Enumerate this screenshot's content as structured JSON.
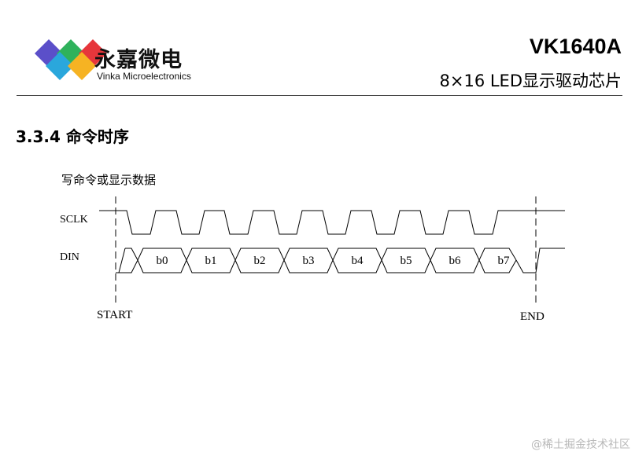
{
  "logo": {
    "name_cn": "永嘉微电",
    "name_en": "Vinka Microelectronics",
    "colors": [
      "#5b4fc9",
      "#2fb25c",
      "#e6363b",
      "#2aa7dc",
      "#f6b323"
    ]
  },
  "header": {
    "title": "VK1640A",
    "subtitle": "8×16  LED显示驱动芯片"
  },
  "section": {
    "heading": "3.3.4 命令时序"
  },
  "diagram": {
    "caption": "写命令或显示数据",
    "signals": [
      "SCLK",
      "DIN"
    ],
    "bits": [
      "b0",
      "b1",
      "b2",
      "b3",
      "b4",
      "b5",
      "b6",
      "b7"
    ],
    "markers": {
      "start": "START",
      "end": "END"
    }
  },
  "footer": {
    "watermark": "@稀土掘金技术社区"
  }
}
